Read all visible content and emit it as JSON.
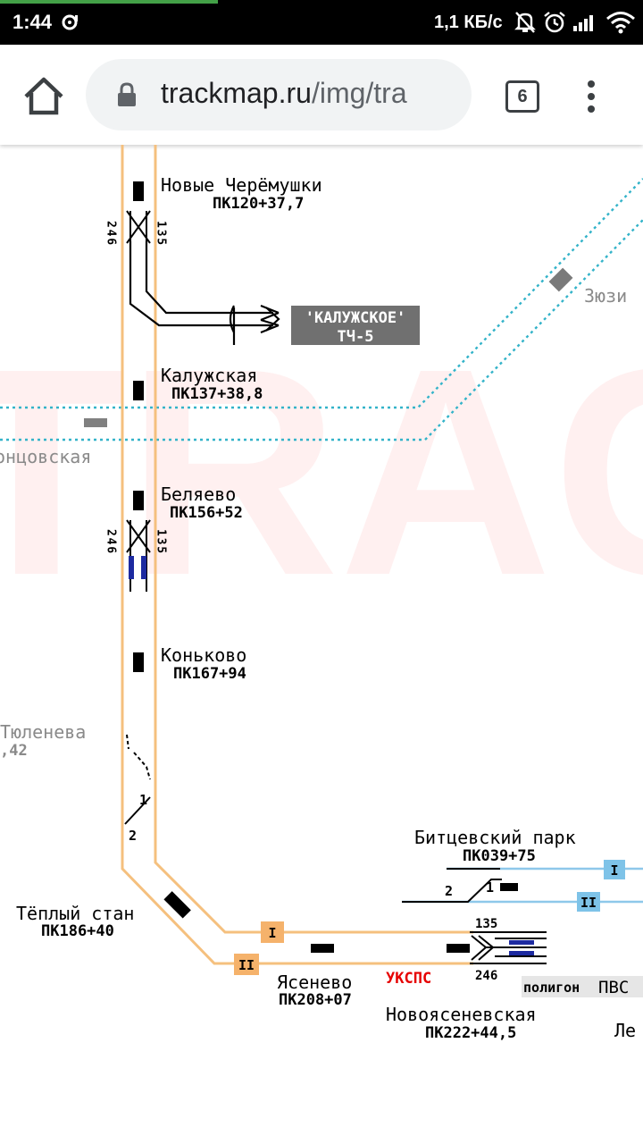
{
  "status_bar": {
    "time": "1:44",
    "network_rate": "1,1 КБ/с",
    "icons": [
      "media-icon",
      "bell-off-icon",
      "alarm-icon",
      "signal-icon",
      "wifi-icon"
    ]
  },
  "browser": {
    "url_domain": "trackmap.ru",
    "url_path": "/img/tra",
    "tab_count": "6",
    "icons": [
      "home-icon",
      "lock-icon",
      "tabs-icon",
      "more-vert-icon"
    ]
  },
  "map": {
    "watermark": "TRACK",
    "stations": [
      {
        "name": "Новые Черёмушки",
        "pk": "ПК120+37,7"
      },
      {
        "name": "Калужская",
        "pk": "ПК137+38,8"
      },
      {
        "name": "Беляево",
        "pk": "ПК156+52"
      },
      {
        "name": "Коньково",
        "pk": "ПК167+94"
      },
      {
        "name": "Тёплый стан",
        "pk": "ПК186+40"
      },
      {
        "name": "Ясенево",
        "pk": "ПК208+07"
      },
      {
        "name": "Новоясеневская",
        "pk": "ПК222+44,5"
      }
    ],
    "depot": {
      "line1": "'КАЛУЖСКОЕ'",
      "line2": "ТЧ-5"
    },
    "other_stations": [
      {
        "name": "Зюзи"
      },
      {
        "name": "онцовская"
      },
      {
        "name": "Тюленева",
        "pk": ",42"
      },
      {
        "name": "Битцевский парк",
        "pk": "ПК039+75"
      },
      {
        "name": "Ле"
      }
    ],
    "switch_labels": {
      "left_set": "2 4 6",
      "right_set": "1 3 5",
      "tyoplyi_1": "1",
      "tyoplyi_2": "2",
      "bitsa_2": "2",
      "bitsa_1": "1",
      "novo_top": "135",
      "novo_bottom": "246"
    },
    "track_labels": {
      "t1": "I",
      "t2": "II",
      "bitsa_t1": "I",
      "bitsa_t2": "II"
    },
    "ukspc": "УКСПС",
    "polygon": "полигон",
    "pvs": "ПВС",
    "colors": {
      "line": "#f5c07e",
      "track_badge": "#f5b26b",
      "blue_line": "#8ec8ea",
      "blue_badge": "#7ec3e8",
      "dotted": "#33b3c9",
      "ukspc": "#e60000",
      "depot_bg": "#707070",
      "watermark": "#fff0f0"
    }
  }
}
